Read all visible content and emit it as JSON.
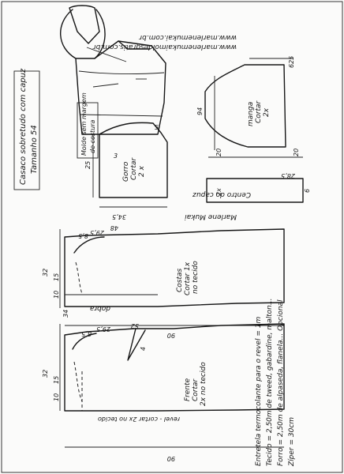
{
  "title": {
    "line1": "Casaco sobretudo com capuz",
    "line2": "Tamanho 54"
  },
  "urls": {
    "url1": "www.marlenemukai.com.br",
    "url2": "www.marlenemukaimoldesgratis.com.br"
  },
  "note": {
    "line1": "Molde sem margem",
    "line2": "de costura"
  },
  "signature": "Marlene Mukai",
  "pieces": {
    "manga": {
      "name": "manga",
      "cut": "Cortar",
      "qty": "2x",
      "top": "625",
      "height": "94",
      "left": "20",
      "right": "20"
    },
    "gorro": {
      "name": "Gorro",
      "cut": "Cortar",
      "qty": "2 x",
      "h": "25",
      "w": "34,5",
      "a": "5",
      "b": "3"
    },
    "centro_capuz": {
      "label": "Centro do capuz",
      "qty": "2x",
      "w": "28,5",
      "h": "6"
    },
    "costas": {
      "name": "Costas",
      "cut": "Cortar 1x",
      "note": "no tecido",
      "fold": "dobra",
      "width": "48",
      "length": "90",
      "upper": "32",
      "mid": "15",
      "lower": "10",
      "shoulder": "29,5",
      "neck": "8,5",
      "hem": "34"
    },
    "frente": {
      "name": "Frente",
      "cut": "Cortar",
      "note": "2x no tecido",
      "facing": "revel - cortar 2x no tecido",
      "width": "52",
      "length": "90",
      "upper": "32",
      "mid": "15",
      "lower": "10",
      "shoulder": "29,5",
      "neck": "8,5",
      "dart": "4"
    }
  },
  "materials": {
    "line1": "Entretela termocolante para o revel = 1m",
    "line2": "Tecido = 2,50m de tweed, gabardine, malton...",
    "line3": "Forro = 2,50m de alpaseda, flanela... Opcional",
    "line4": "Zíper = 30cm"
  }
}
